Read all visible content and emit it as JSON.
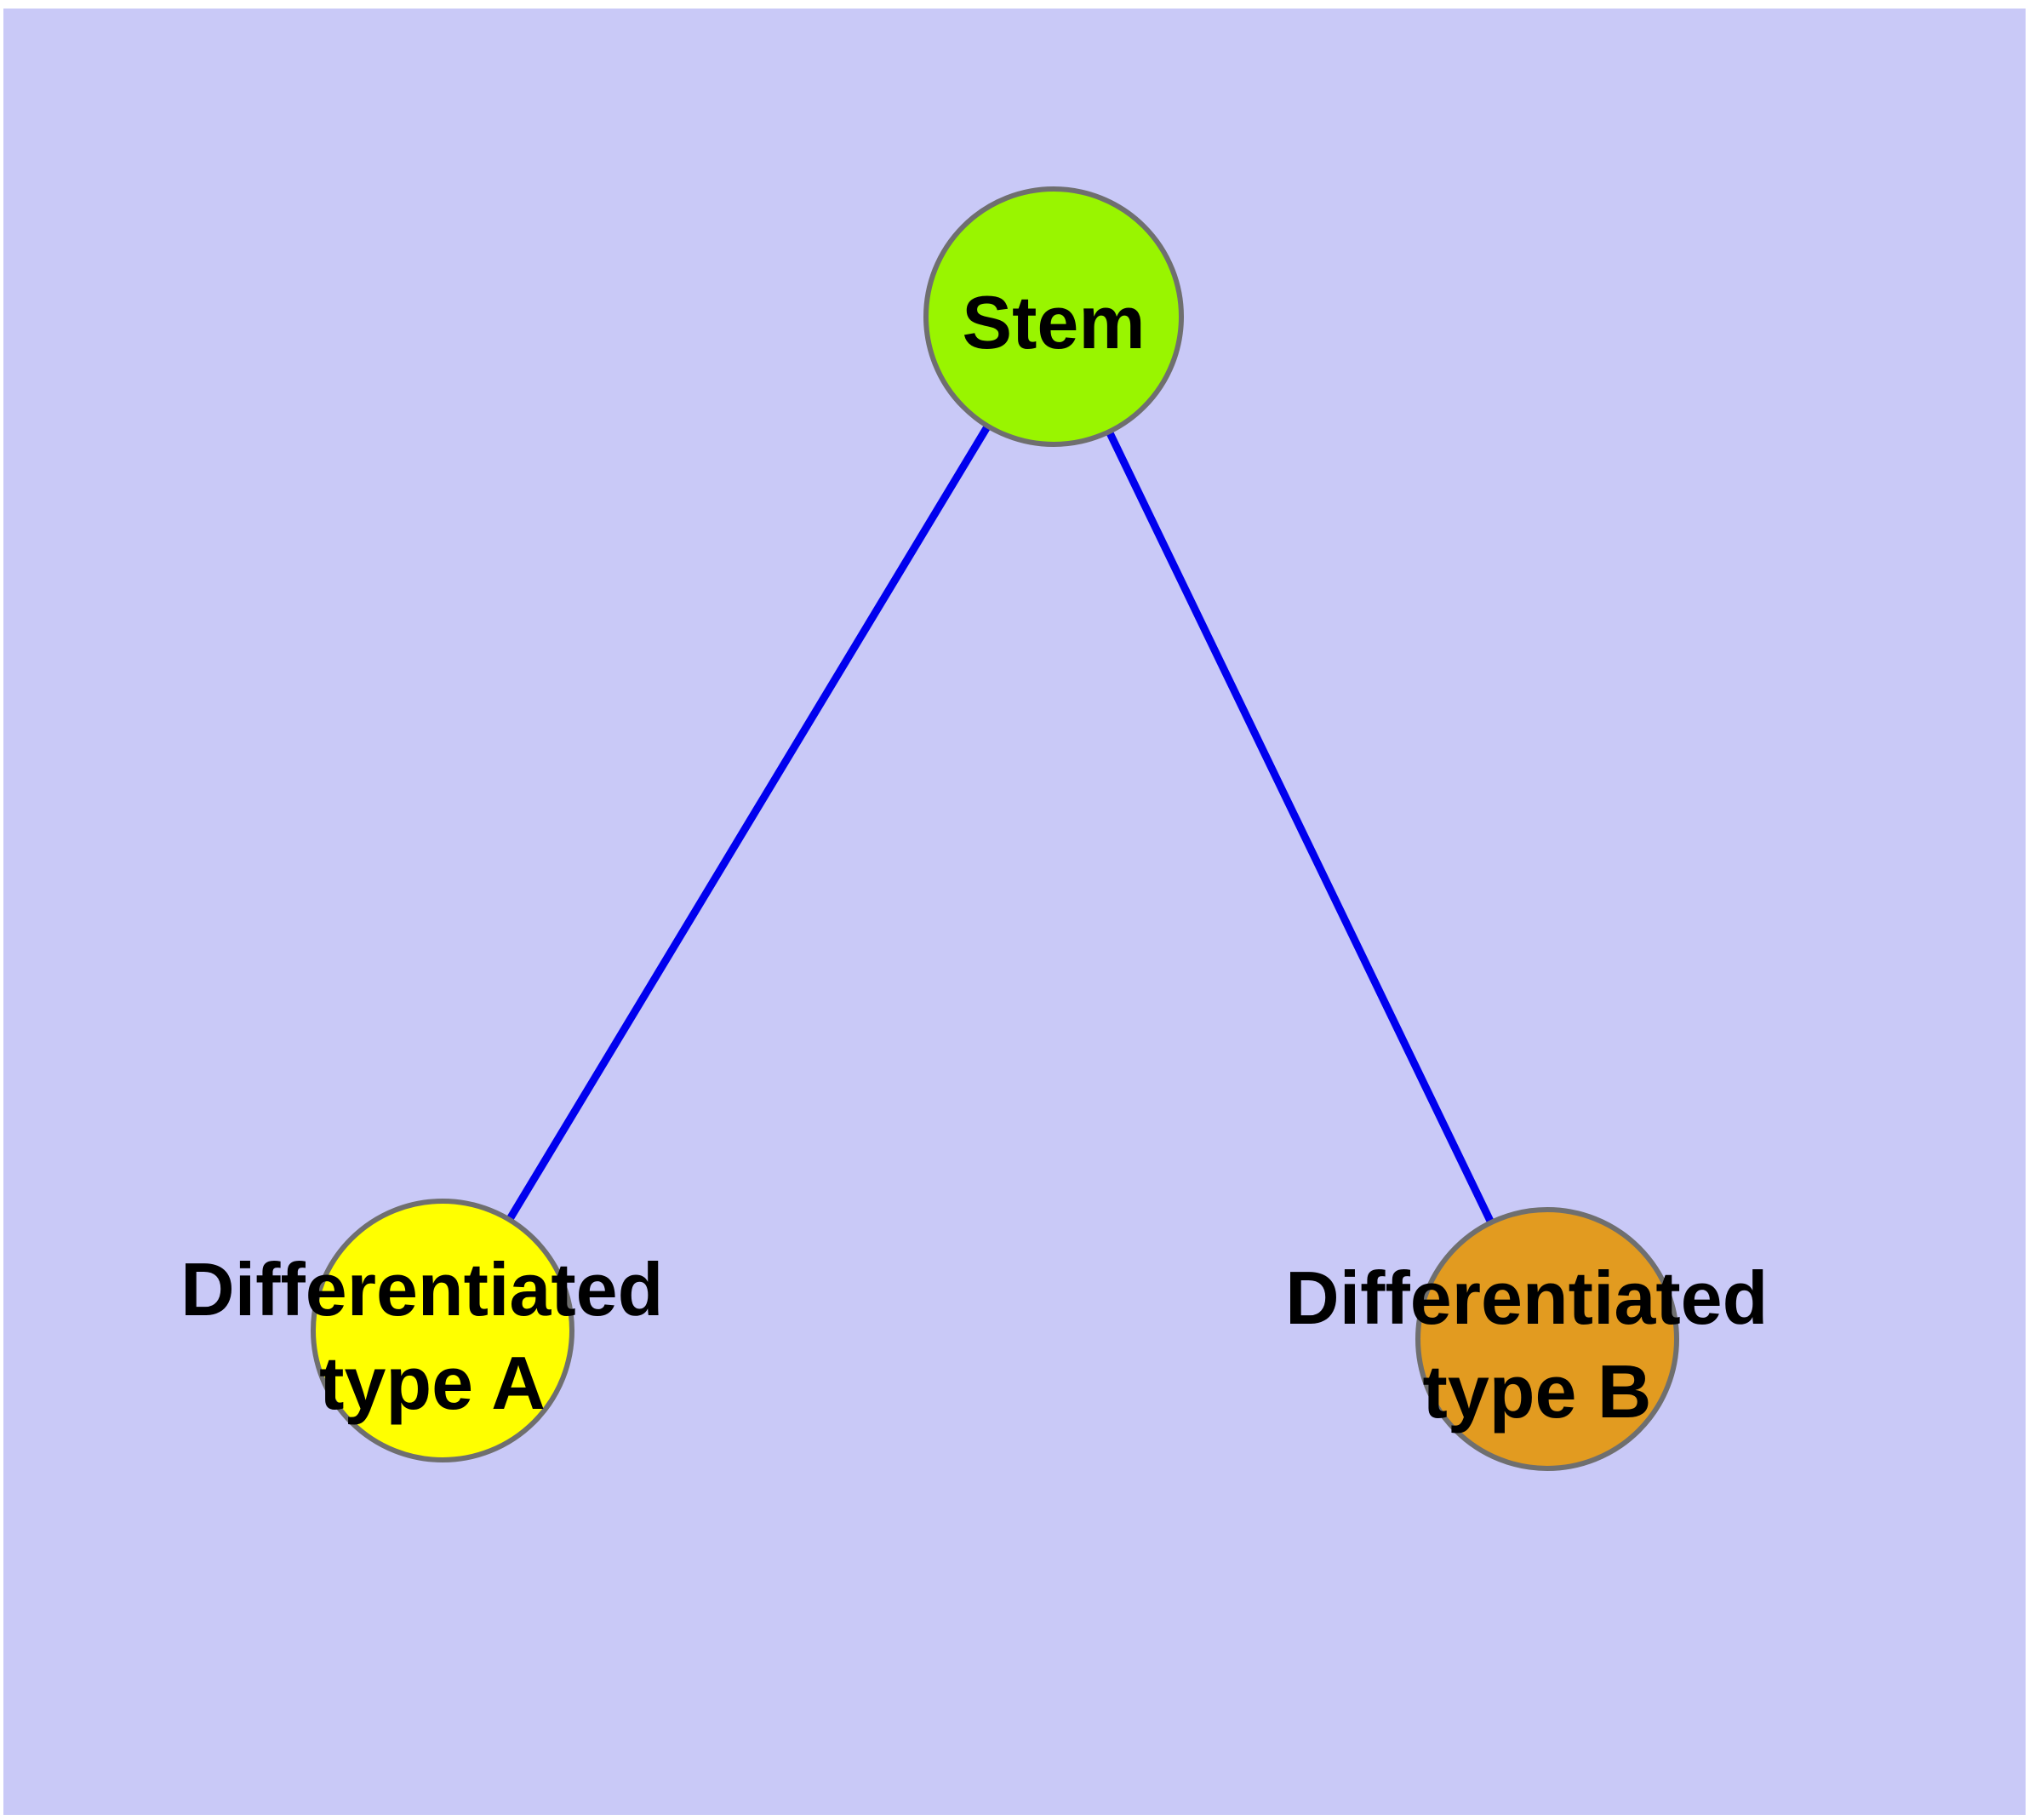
{
  "diagram": {
    "type": "graph",
    "background_color": "#C9C9F7",
    "margin_color": "#FFFFFF",
    "edge_color": "#0000EE",
    "node_border_color": "#6F6F6F",
    "label_color": "#000000",
    "nodes": [
      {
        "id": "stem",
        "label": "Stem",
        "color": "#99F500"
      },
      {
        "id": "differentiated-type-a",
        "label": "Differentiated type A",
        "label_line1": "Differentiated",
        "label_line2": "type A",
        "color": "#FFFF00"
      },
      {
        "id": "differentiated-type-b",
        "label": "Differentiated type B",
        "label_line1": "Differentiated",
        "label_line2": "type B",
        "color": "#E29B20"
      }
    ],
    "edges": [
      {
        "from": "Stem",
        "to": "Differentiated type A"
      },
      {
        "from": "Stem",
        "to": "Differentiated type B"
      }
    ]
  }
}
